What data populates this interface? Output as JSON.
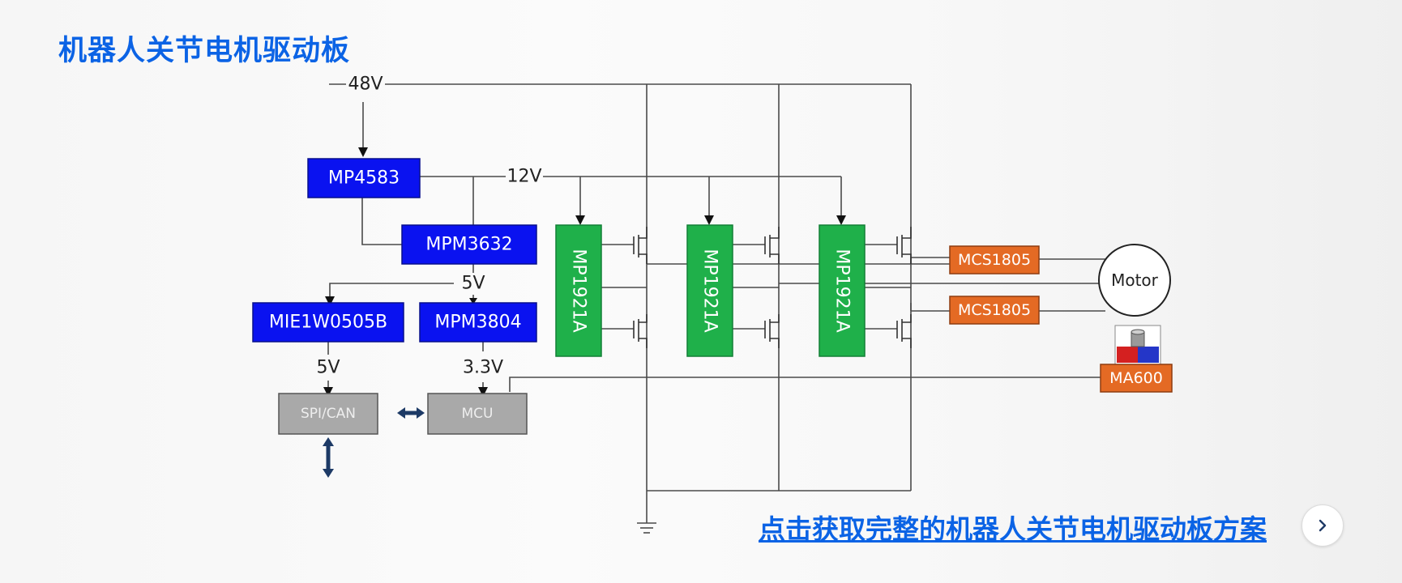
{
  "page": {
    "title": "机器人关节电机驱动板",
    "link_text": "点击获取完整的机器人关节电机驱动板方案",
    "next_icon": "chevron-right-icon"
  },
  "diagram": {
    "voltages": {
      "v48": "48V",
      "v12": "12V",
      "v5_mid": "5V",
      "v5_left": "5V",
      "v33": "3.3V"
    },
    "blocks": {
      "mp4583": "MP4583",
      "mpm3632": "MPM3632",
      "mie1w0505b": "MIE1W0505B",
      "mpm3804": "MPM3804",
      "spi_can": "SPI/CAN",
      "mcu": "MCU",
      "driver_1": "MP1921A",
      "driver_2": "MP1921A",
      "driver_3": "MP1921A",
      "sensor_1": "MCS1805",
      "sensor_2": "MCS1805",
      "angle_sensor": "MA600",
      "motor": "Motor"
    },
    "colors": {
      "power_block": "#0a12f0",
      "driver_block": "#1fb04a",
      "sensor_block": "#e46a24",
      "logic_block": "#a9a9a9",
      "accent": "#0b63e5"
    }
  }
}
